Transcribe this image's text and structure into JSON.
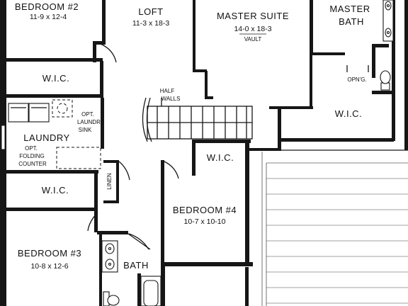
{
  "rooms": {
    "bedroom2": {
      "name": "BEDROOM #2",
      "dim": "11-9 x 12-4"
    },
    "loft": {
      "name": "LOFT",
      "dim": "11-3 x 18-3"
    },
    "master_suite": {
      "name": "MASTER SUITE",
      "dim": "14-0 x 18-3",
      "note": "VAULT"
    },
    "master_bath": {
      "name_line1": "MASTER",
      "name_line2": "BATH"
    },
    "wic_master": {
      "name": "W.I.C."
    },
    "wic_bed2": {
      "name": "W.I.C."
    },
    "wic_bed3": {
      "name": "W.I.C."
    },
    "wic_bed4": {
      "name": "W.I.C."
    },
    "laundry": {
      "name": "LAUNDRY"
    },
    "bedroom4": {
      "name": "BEDROOM #4",
      "dim": "10-7 x 10-10"
    },
    "bedroom3": {
      "name": "BEDROOM #3",
      "dim": "10-8 x 12-6"
    },
    "bath": {
      "name": "BATH"
    },
    "linen": {
      "name": "LINEN"
    }
  },
  "notes": {
    "half_walls_line1": "HALF",
    "half_walls_line2": "WALLS",
    "laundry_sink_line1": "OPT.",
    "laundry_sink_line2": "LAUNDRY",
    "laundry_sink_line3": "SINK",
    "folding_line1": "OPT.",
    "folding_line2": "FOLDING",
    "folding_line3": "COUNTER",
    "opening": "OPN'G."
  }
}
